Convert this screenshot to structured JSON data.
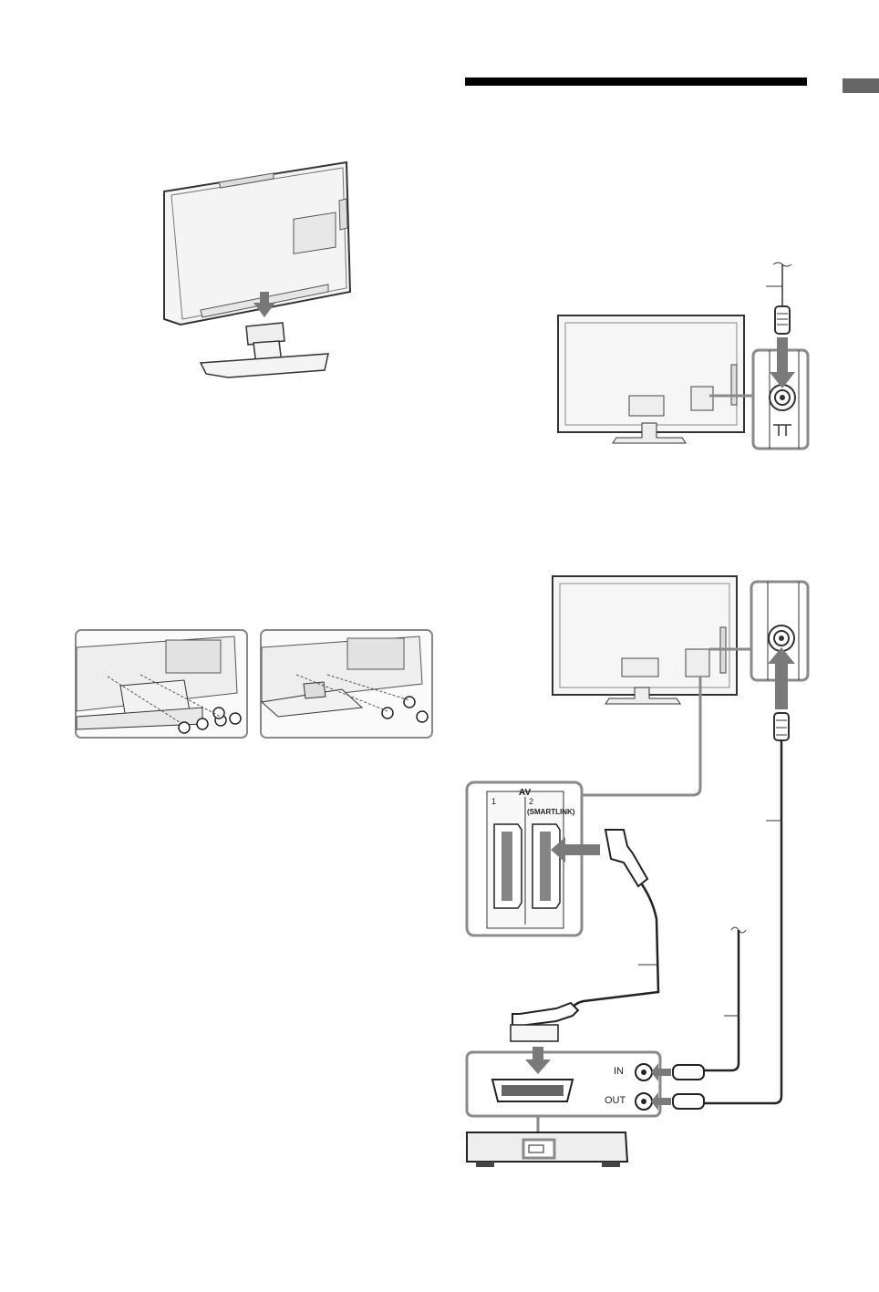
{
  "labels": {
    "av_header": "AV",
    "av_port1": "1",
    "av_port2": "2",
    "smartlink": "(SMARTLINK)",
    "in_label": "IN",
    "out_label": "OUT"
  },
  "colors": {
    "ink": "#2a2a2a",
    "panel": "#f4f4f4",
    "callout": "#8a8a8a",
    "arrow": "#7a7a7a",
    "side_tab": "#666666"
  },
  "icons": [
    "antenna-connector-icon",
    "scart-connector-icon",
    "screw-icon",
    "arrow-icon"
  ]
}
